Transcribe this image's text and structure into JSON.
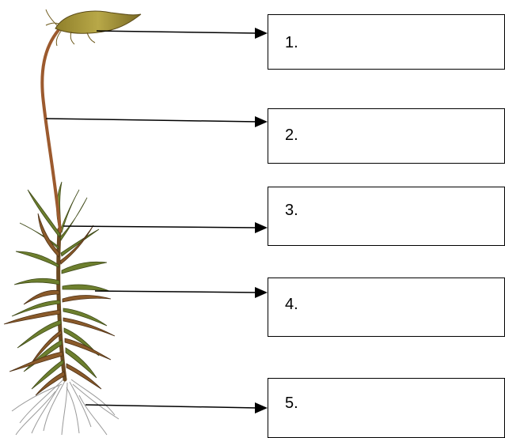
{
  "labels": [
    {
      "number": "1."
    },
    {
      "number": "2."
    },
    {
      "number": "3."
    },
    {
      "number": "4."
    },
    {
      "number": "5."
    }
  ],
  "colors": {
    "stem": "#9c5a2e",
    "capsule": "#a89a3a",
    "leaf_green": "#6d7f2e",
    "leaf_brown": "#8a5a2a",
    "rhizoid": "#9a9a9a",
    "line": "#000000"
  }
}
